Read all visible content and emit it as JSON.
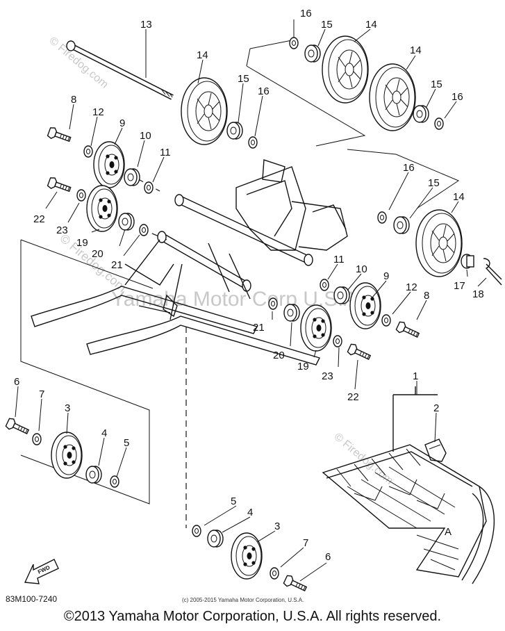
{
  "diagram": {
    "part_code": "83M100-7240",
    "small_copyright": "(c) 2005-2015 Yamaha Motor Corporation, U.S.A.",
    "fwd_label": "FWD",
    "ref_label": "A",
    "watermarks": [
      "© Firedog.com",
      "© Firedog.com",
      "Yamaha Motor Corp U.S.A.",
      "© Firedog.com"
    ],
    "callouts": [
      {
        "id": "c13a",
        "text": "13"
      },
      {
        "id": "c16a",
        "text": "16"
      },
      {
        "id": "c15a",
        "text": "15"
      },
      {
        "id": "c14a",
        "text": "14"
      },
      {
        "id": "c14b",
        "text": "14"
      },
      {
        "id": "c15b",
        "text": "15"
      },
      {
        "id": "c16b",
        "text": "16"
      },
      {
        "id": "c14c",
        "text": "14"
      },
      {
        "id": "c15c",
        "text": "15"
      },
      {
        "id": "c16c",
        "text": "16"
      },
      {
        "id": "c8a",
        "text": "8"
      },
      {
        "id": "c12a",
        "text": "12"
      },
      {
        "id": "c9a",
        "text": "9"
      },
      {
        "id": "c10a",
        "text": "10"
      },
      {
        "id": "c11a",
        "text": "11"
      },
      {
        "id": "c16d",
        "text": "16"
      },
      {
        "id": "c15d",
        "text": "15"
      },
      {
        "id": "c14d",
        "text": "14"
      },
      {
        "id": "c22a",
        "text": "22"
      },
      {
        "id": "c23a",
        "text": "23"
      },
      {
        "id": "c19a",
        "text": "19"
      },
      {
        "id": "c20a",
        "text": "20"
      },
      {
        "id": "c21a",
        "text": "21"
      },
      {
        "id": "c11b",
        "text": "11"
      },
      {
        "id": "c10b",
        "text": "10"
      },
      {
        "id": "c9b",
        "text": "9"
      },
      {
        "id": "c12b",
        "text": "12"
      },
      {
        "id": "c8b",
        "text": "8"
      },
      {
        "id": "c17a",
        "text": "17"
      },
      {
        "id": "c18a",
        "text": "18"
      },
      {
        "id": "c21b",
        "text": "21"
      },
      {
        "id": "c20b",
        "text": "20"
      },
      {
        "id": "c19b",
        "text": "19"
      },
      {
        "id": "c23b",
        "text": "23"
      },
      {
        "id": "c22b",
        "text": "22"
      },
      {
        "id": "c1a",
        "text": "1"
      },
      {
        "id": "c2a",
        "text": "2"
      },
      {
        "id": "c6a",
        "text": "6"
      },
      {
        "id": "c7a",
        "text": "7"
      },
      {
        "id": "c3a",
        "text": "3"
      },
      {
        "id": "c4a",
        "text": "4"
      },
      {
        "id": "c5a",
        "text": "5"
      },
      {
        "id": "c5b",
        "text": "5"
      },
      {
        "id": "c4b",
        "text": "4"
      },
      {
        "id": "c3b",
        "text": "3"
      },
      {
        "id": "c7b",
        "text": "7"
      },
      {
        "id": "c6b",
        "text": "6"
      }
    ]
  },
  "footer": {
    "copyright": "©2013 Yamaha Motor Corporation, U.S.A. All rights reserved."
  }
}
